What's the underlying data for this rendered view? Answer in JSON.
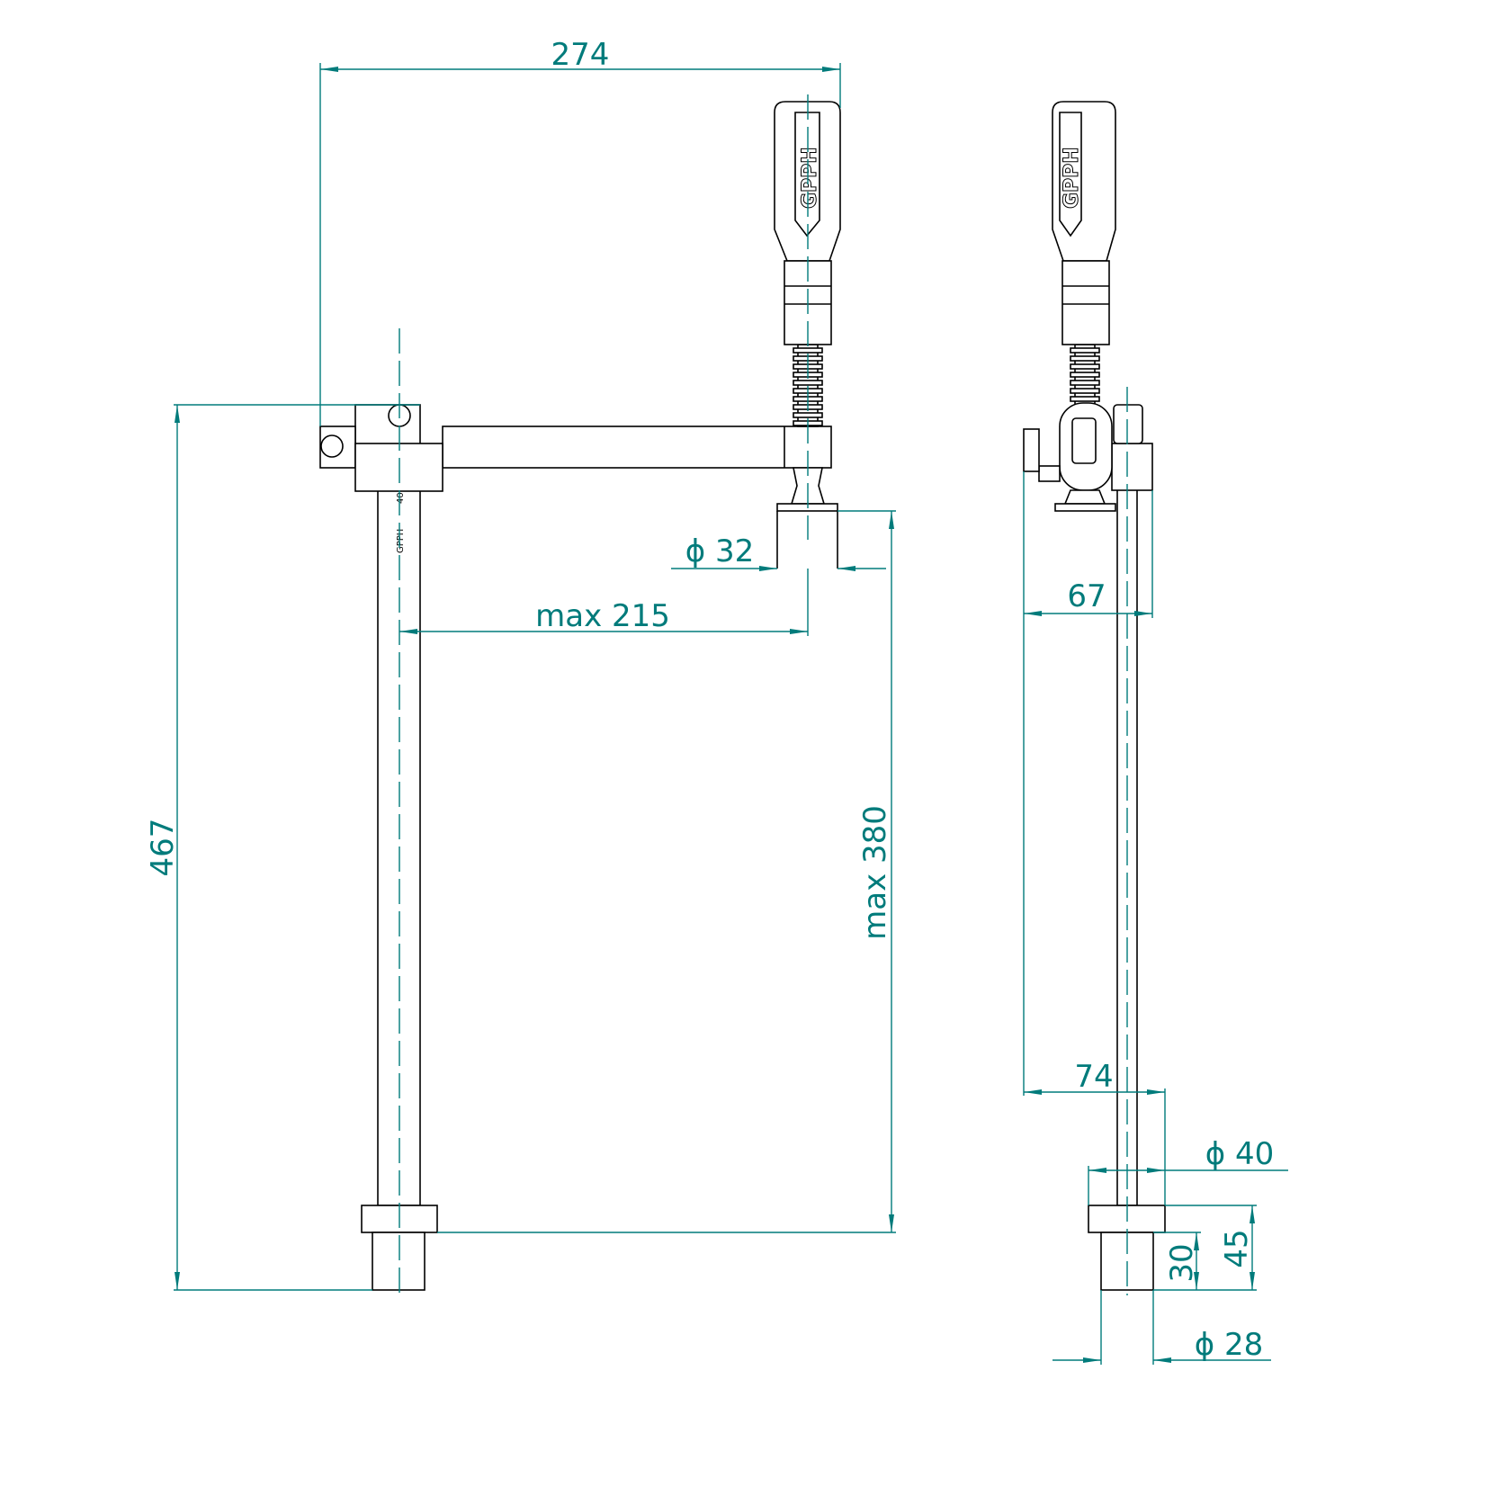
{
  "drawing": {
    "logo_text": "GPPH",
    "post_marking": "40",
    "line_color": "#000000",
    "dimension_color": "#007b7b"
  },
  "dimensions": {
    "overall_width": "274",
    "overall_height": "467",
    "max_height": "max  380",
    "max_reach": "max  215",
    "pad_diameter": "ϕ  32",
    "side_width_67": "67",
    "side_width_74": "74",
    "collar_diameter": "ϕ  40",
    "collar_height_45": "45",
    "stub_height_30": "30",
    "stub_diameter": "ϕ  28"
  }
}
